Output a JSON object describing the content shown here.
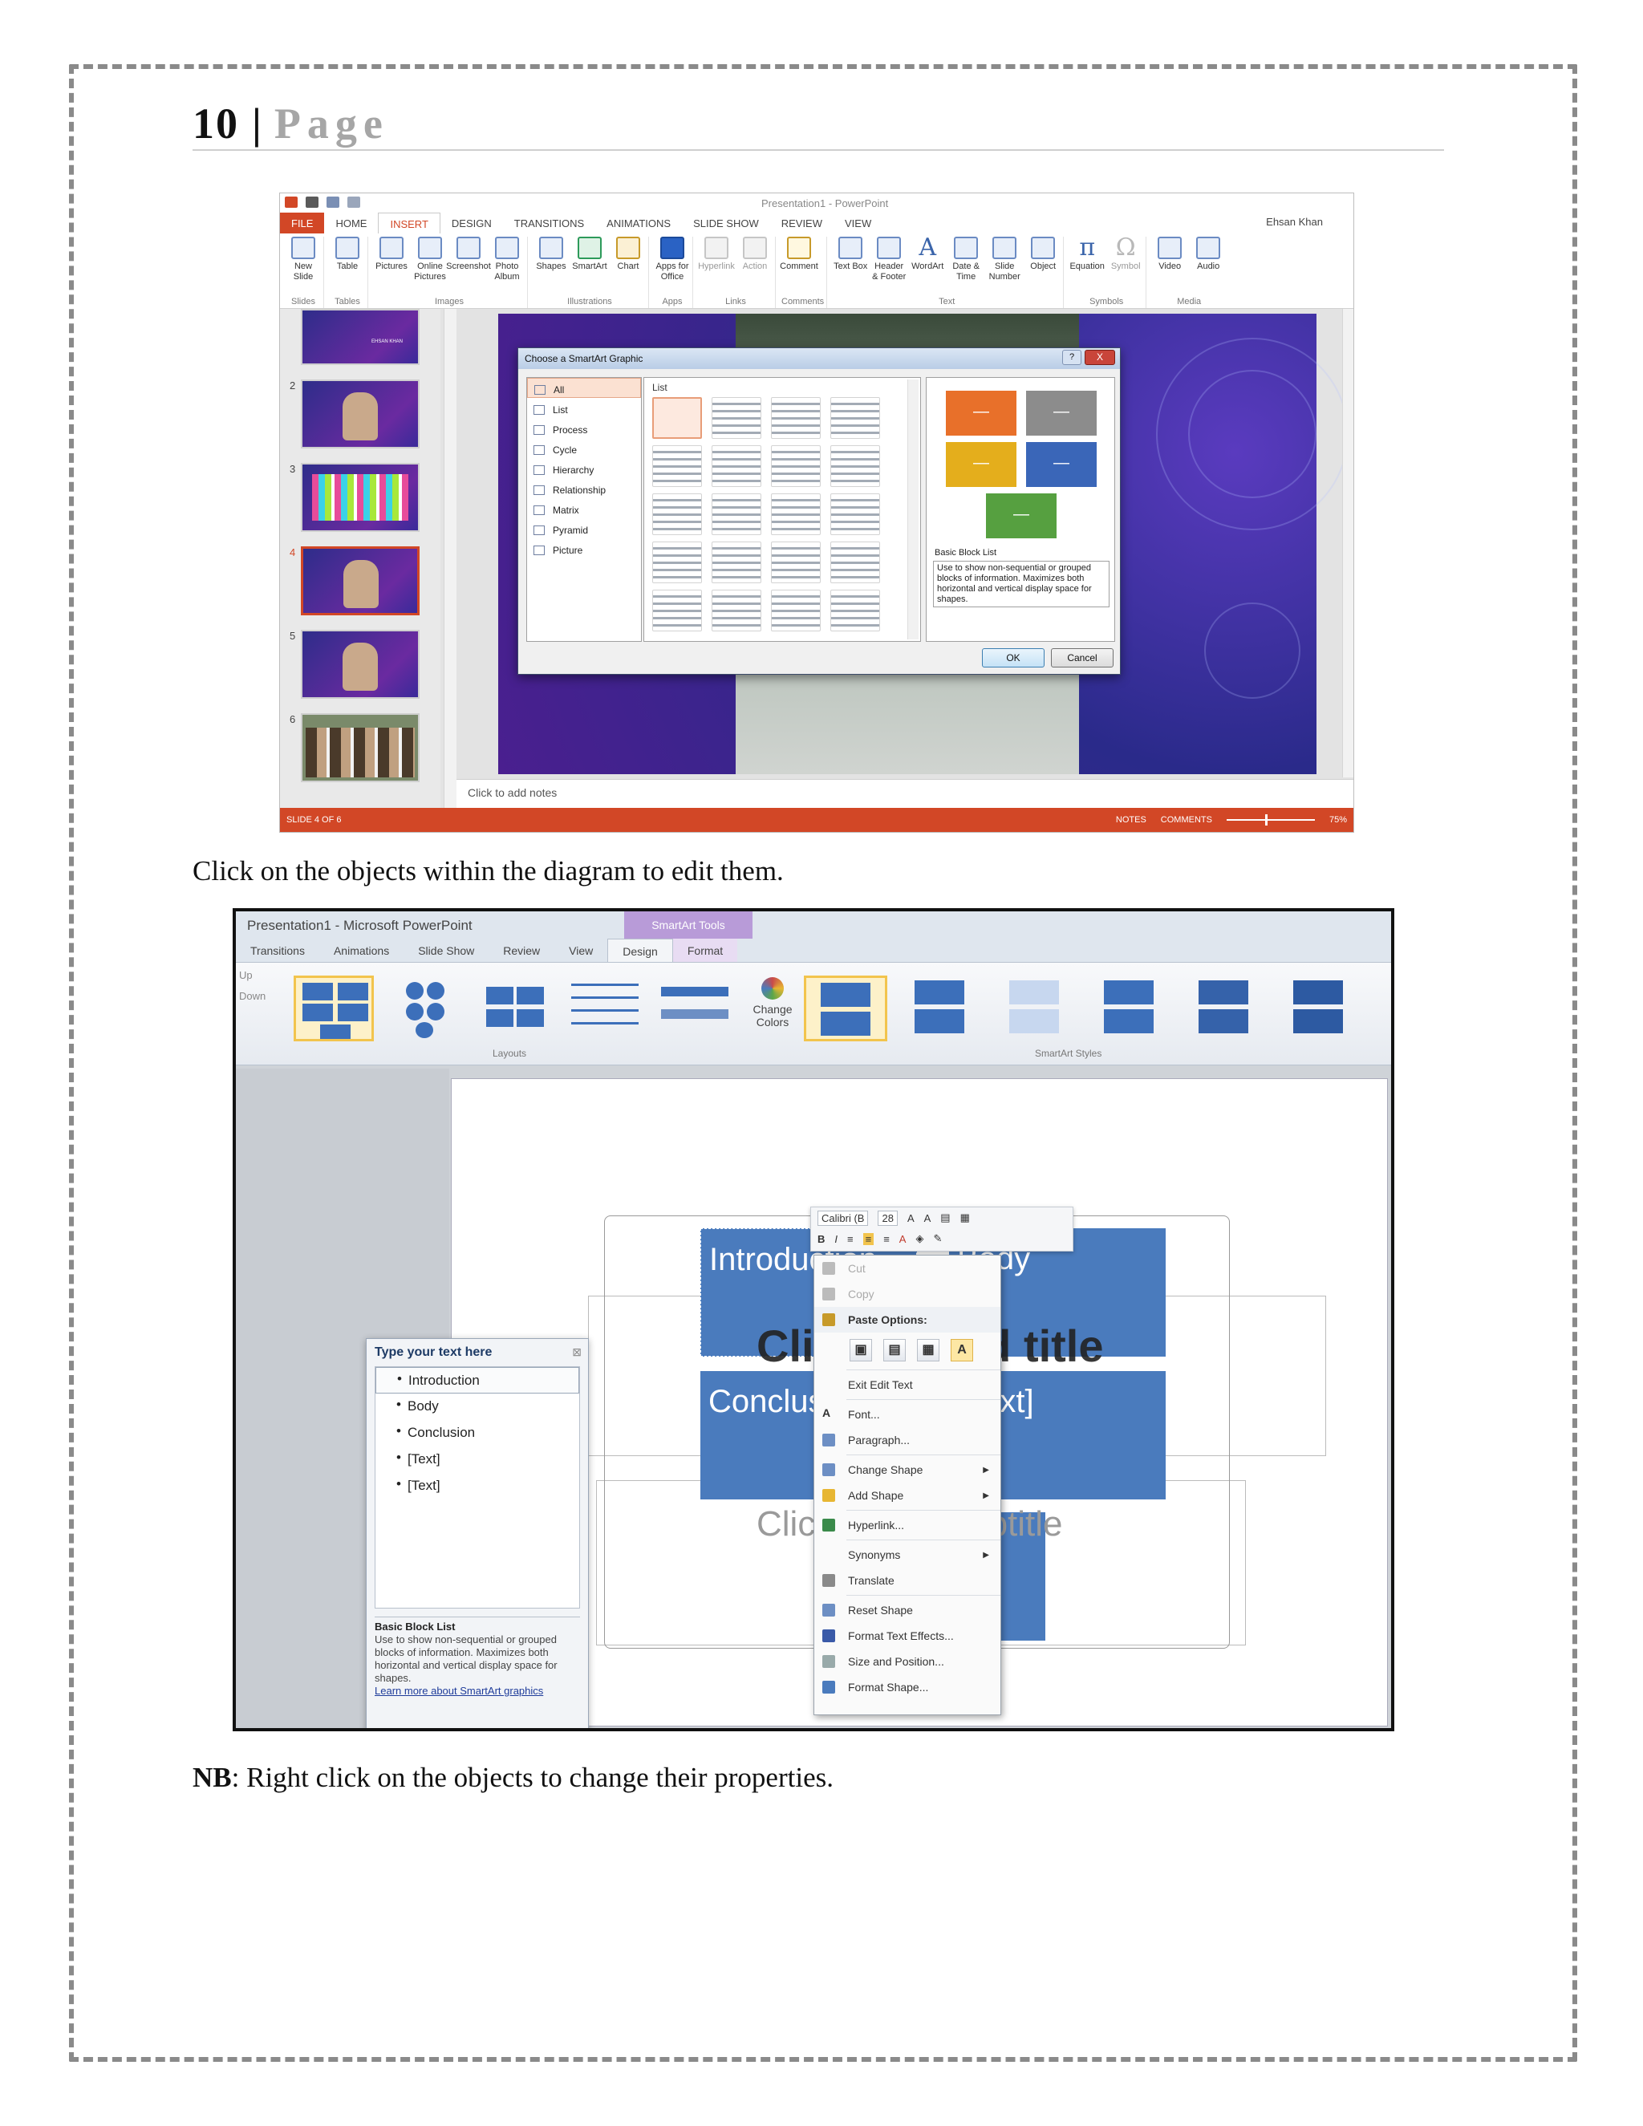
{
  "header": {
    "number": "10",
    "separator": "|",
    "word": "Page"
  },
  "caption1": "Click on the objects within the diagram to edit them.",
  "caption2": {
    "bold": "NB",
    "rest": ": Right click on the objects to change their properties."
  },
  "ss1": {
    "window_title": "Presentation1 - PowerPoint",
    "user": "Ehsan Khan",
    "tabs": [
      "FILE",
      "HOME",
      "INSERT",
      "DESIGN",
      "TRANSITIONS",
      "ANIMATIONS",
      "SLIDE SHOW",
      "REVIEW",
      "VIEW"
    ],
    "ribbon_groups": [
      {
        "name": "Slides",
        "buttons": [
          "New Slide"
        ]
      },
      {
        "name": "Tables",
        "buttons": [
          "Table"
        ]
      },
      {
        "name": "Images",
        "buttons": [
          "Pictures",
          "Online Pictures",
          "Screenshot",
          "Photo Album"
        ]
      },
      {
        "name": "Illustrations",
        "buttons": [
          "Shapes",
          "SmartArt",
          "Chart"
        ]
      },
      {
        "name": "Apps",
        "buttons": [
          "Apps for Office"
        ]
      },
      {
        "name": "Links",
        "buttons": [
          "Hyperlink",
          "Action"
        ]
      },
      {
        "name": "Comments",
        "buttons": [
          "Comment"
        ]
      },
      {
        "name": "Text",
        "buttons": [
          "Text Box",
          "Header & Footer",
          "WordArt",
          "Date & Time",
          "Slide Number",
          "Object"
        ]
      },
      {
        "name": "Symbols",
        "buttons": [
          "Equation",
          "Symbol"
        ]
      },
      {
        "name": "Media",
        "buttons": [
          "Video",
          "Audio"
        ]
      }
    ],
    "slide_numbers": [
      "2",
      "3",
      "4",
      "5",
      "6"
    ],
    "thumb1_title": "EHSAN KHAN",
    "notes_placeholder": "Click to add notes",
    "status": {
      "slide": "SLIDE 4 OF 6",
      "notes": "NOTES",
      "comments": "COMMENTS",
      "zoom": "75%"
    },
    "dialog": {
      "title": "Choose a SmartArt Graphic",
      "help": "?",
      "close": "X",
      "categories": [
        "All",
        "List",
        "Process",
        "Cycle",
        "Hierarchy",
        "Relationship",
        "Matrix",
        "Pyramid",
        "Picture"
      ],
      "gallery_header": "List",
      "preview_name": "Basic Block List",
      "preview_desc": "Use to show non-sequential or grouped blocks of information. Maximizes both horizontal and vertical display space for shapes.",
      "ok": "OK",
      "cancel": "Cancel"
    }
  },
  "ss2": {
    "window_title": "Presentation1 - Microsoft PowerPoint",
    "context_tab": "SmartArt Tools",
    "tabs": [
      "Transitions",
      "Animations",
      "Slide Show",
      "Review",
      "View",
      "Design",
      "Format"
    ],
    "ribbon_side": [
      "Up",
      "Down"
    ],
    "change_colors": "Change Colors",
    "group_layouts": "Layouts",
    "group_styles": "SmartArt Styles",
    "text_pane": {
      "title": "Type your text here",
      "items": [
        "Introduction",
        "Body",
        "Conclusion",
        "[Text]",
        "[Text]"
      ],
      "desc_title": "Basic Block List",
      "desc": "Use to show non-sequential or grouped blocks of information. Maximizes both horizontal and vertical display space for shapes.",
      "link": "Learn more about SmartArt graphics"
    },
    "blocks": {
      "intro": "Introduction",
      "body": "Body",
      "concl": "Conclusion",
      "text": "[Text]"
    },
    "slide_text": {
      "title": "Click to add title",
      "subtitle": "Click to add subtitle"
    },
    "mini_toolbar": {
      "font": "Calibri (B",
      "size": "28"
    },
    "context_menu": {
      "cut": "Cut",
      "copy": "Copy",
      "paste_options": "Paste Options:",
      "exit_edit": "Exit Edit Text",
      "font": "Font...",
      "paragraph": "Paragraph...",
      "change_shape": "Change Shape",
      "add_shape": "Add Shape",
      "hyperlink": "Hyperlink...",
      "synonyms": "Synonyms",
      "translate": "Translate",
      "reset_shape": "Reset Shape",
      "format_text_effects": "Format Text Effects...",
      "size_position": "Size and Position...",
      "format_shape": "Format Shape..."
    }
  }
}
